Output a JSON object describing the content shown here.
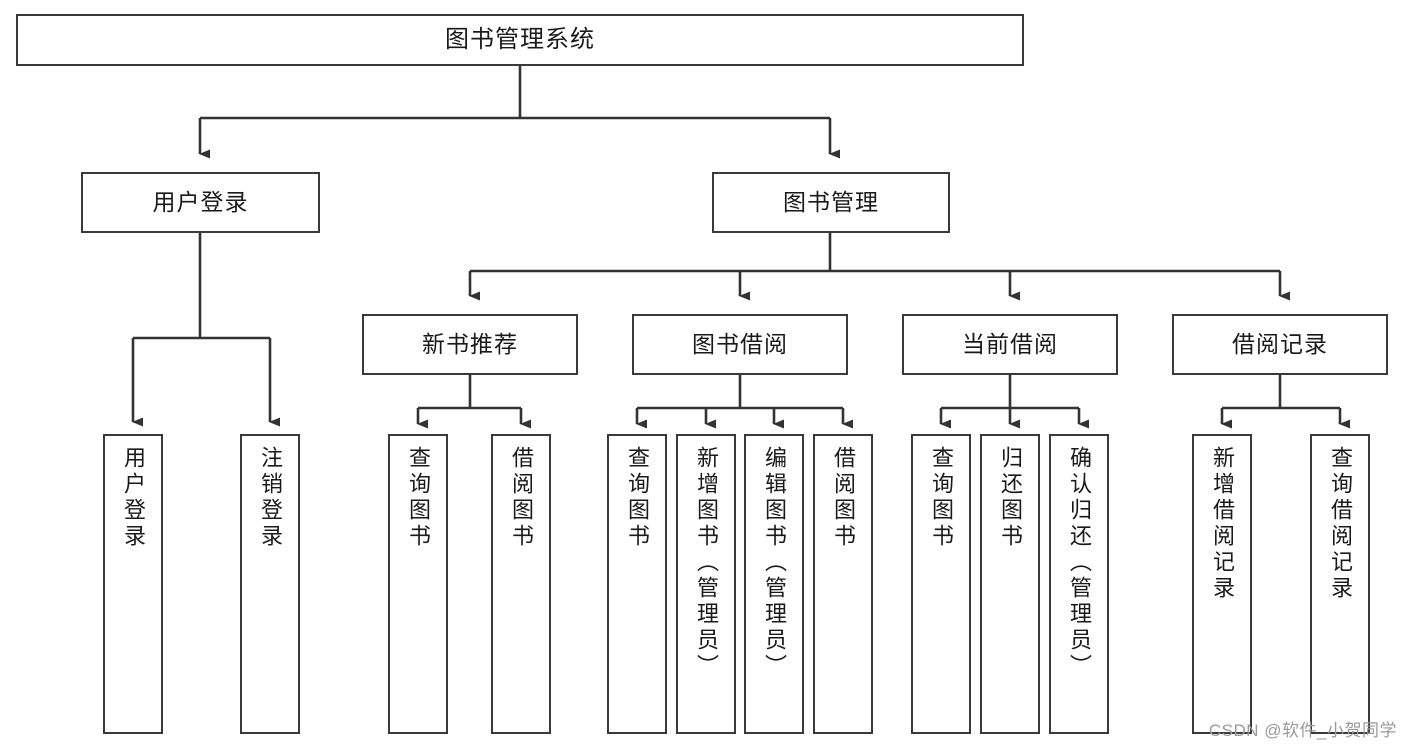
{
  "diagram": {
    "title": "图书管理系统",
    "type": "tree-hierarchy-chart",
    "orientation": "top-down",
    "colors": {
      "node_border": "#3a3a3a",
      "node_fill": "#ffffff",
      "edge": "#333333",
      "text": "#1a1a1a",
      "watermark": "#9a9a9a",
      "background": "#ffffff"
    }
  },
  "watermark": {
    "text": "CSDN @软件_小贺同学"
  },
  "nodes": {
    "root": {
      "id": "root",
      "label": "图书管理系统",
      "level": 0,
      "orientation": "horizontal"
    },
    "level1": [
      {
        "id": "user-login",
        "label": "用户登录",
        "level": 1,
        "orientation": "horizontal"
      },
      {
        "id": "book-management",
        "label": "图书管理",
        "level": 1,
        "orientation": "horizontal"
      }
    ],
    "level2": [
      {
        "id": "new-book-recommend",
        "label": "新书推荐",
        "level": 2,
        "orientation": "horizontal",
        "parent": "book-management"
      },
      {
        "id": "book-borrow",
        "label": "图书借阅",
        "level": 2,
        "orientation": "horizontal",
        "parent": "book-management"
      },
      {
        "id": "current-borrow",
        "label": "当前借阅",
        "level": 2,
        "orientation": "horizontal",
        "parent": "book-management"
      },
      {
        "id": "borrow-record",
        "label": "借阅记录",
        "level": 2,
        "orientation": "horizontal",
        "parent": "book-management"
      }
    ],
    "leaves": [
      {
        "id": "leaf-user-login",
        "label": "用户登录",
        "parent": "user-login",
        "orientation": "vertical"
      },
      {
        "id": "leaf-user-logout",
        "label": "注销登录",
        "parent": "user-login",
        "orientation": "vertical"
      },
      {
        "id": "leaf-query-book-1",
        "label": "查询图书",
        "parent": "new-book-recommend",
        "orientation": "vertical"
      },
      {
        "id": "leaf-borrow-book-1",
        "label": "借阅图书",
        "parent": "new-book-recommend",
        "orientation": "vertical"
      },
      {
        "id": "leaf-query-book-2",
        "label": "查询图书",
        "parent": "book-borrow",
        "orientation": "vertical"
      },
      {
        "id": "leaf-add-book",
        "label": "新增图书（管理员）",
        "parent": "book-borrow",
        "orientation": "vertical"
      },
      {
        "id": "leaf-edit-book",
        "label": "编辑图书（管理员）",
        "parent": "book-borrow",
        "orientation": "vertical"
      },
      {
        "id": "leaf-borrow-book-2",
        "label": "借阅图书",
        "parent": "book-borrow",
        "orientation": "vertical"
      },
      {
        "id": "leaf-query-book-3",
        "label": "查询图书",
        "parent": "current-borrow",
        "orientation": "vertical"
      },
      {
        "id": "leaf-return-book",
        "label": "归还图书",
        "parent": "current-borrow",
        "orientation": "vertical"
      },
      {
        "id": "leaf-confirm-return",
        "label": "确认归还（管理员）",
        "parent": "current-borrow",
        "orientation": "vertical"
      },
      {
        "id": "leaf-add-record",
        "label": "新增借阅记录",
        "parent": "borrow-record",
        "orientation": "vertical"
      },
      {
        "id": "leaf-query-record",
        "label": "查询借阅记录",
        "parent": "borrow-record",
        "orientation": "vertical"
      }
    ]
  },
  "edges": [
    {
      "from": "root",
      "to": "user-login"
    },
    {
      "from": "root",
      "to": "book-management"
    },
    {
      "from": "user-login",
      "to": "leaf-user-login"
    },
    {
      "from": "user-login",
      "to": "leaf-user-logout"
    },
    {
      "from": "book-management",
      "to": "new-book-recommend"
    },
    {
      "from": "book-management",
      "to": "book-borrow"
    },
    {
      "from": "book-management",
      "to": "current-borrow"
    },
    {
      "from": "book-management",
      "to": "borrow-record"
    },
    {
      "from": "new-book-recommend",
      "to": "leaf-query-book-1"
    },
    {
      "from": "new-book-recommend",
      "to": "leaf-borrow-book-1"
    },
    {
      "from": "book-borrow",
      "to": "leaf-query-book-2"
    },
    {
      "from": "book-borrow",
      "to": "leaf-add-book"
    },
    {
      "from": "book-borrow",
      "to": "leaf-edit-book"
    },
    {
      "from": "book-borrow",
      "to": "leaf-borrow-book-2"
    },
    {
      "from": "current-borrow",
      "to": "leaf-query-book-3"
    },
    {
      "from": "current-borrow",
      "to": "leaf-return-book"
    },
    {
      "from": "current-borrow",
      "to": "leaf-confirm-return"
    },
    {
      "from": "borrow-record",
      "to": "leaf-add-record"
    },
    {
      "from": "borrow-record",
      "to": "leaf-query-record"
    }
  ]
}
